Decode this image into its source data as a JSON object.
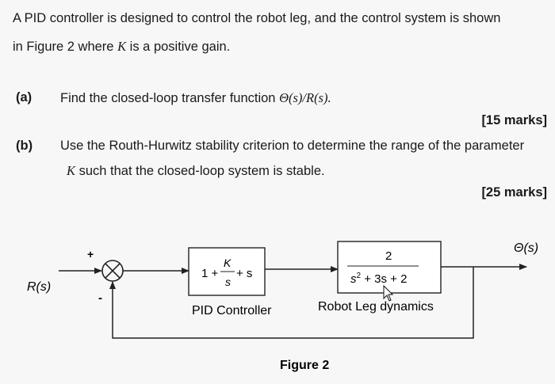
{
  "intro": {
    "line1": "A PID controller is designed to control the robot leg, and the control system is shown",
    "line2_a": "in Figure 2 where ",
    "line2_var": "K",
    "line2_b": " is a positive gain."
  },
  "part_a": {
    "label": "(a)",
    "text": "Find the closed-loop transfer function ",
    "expr": "Θ(s)/R(s).",
    "marks": "[15 marks]"
  },
  "part_b": {
    "label": "(b)",
    "text1": "Use the Routh-Hurwitz stability criterion to determine the range of the parameter",
    "text2_var": "K",
    "text2": " such that the closed-loop system is stable.",
    "marks": "[25 marks]"
  },
  "diagram": {
    "input_label": "R(s)",
    "output_label": "Θ(s)",
    "plus_sign": "+",
    "minus_sign": "-",
    "pid": {
      "lead": "1 +",
      "num": "K",
      "den": "s",
      "tail": "+ s",
      "caption": "PID Controller"
    },
    "plant": {
      "num": "2",
      "den_s": "s",
      "den_exp": "2",
      "den_rest": " + 3s + 2",
      "caption": "Robot Leg dynamics"
    },
    "figure_caption": "Figure 2"
  }
}
